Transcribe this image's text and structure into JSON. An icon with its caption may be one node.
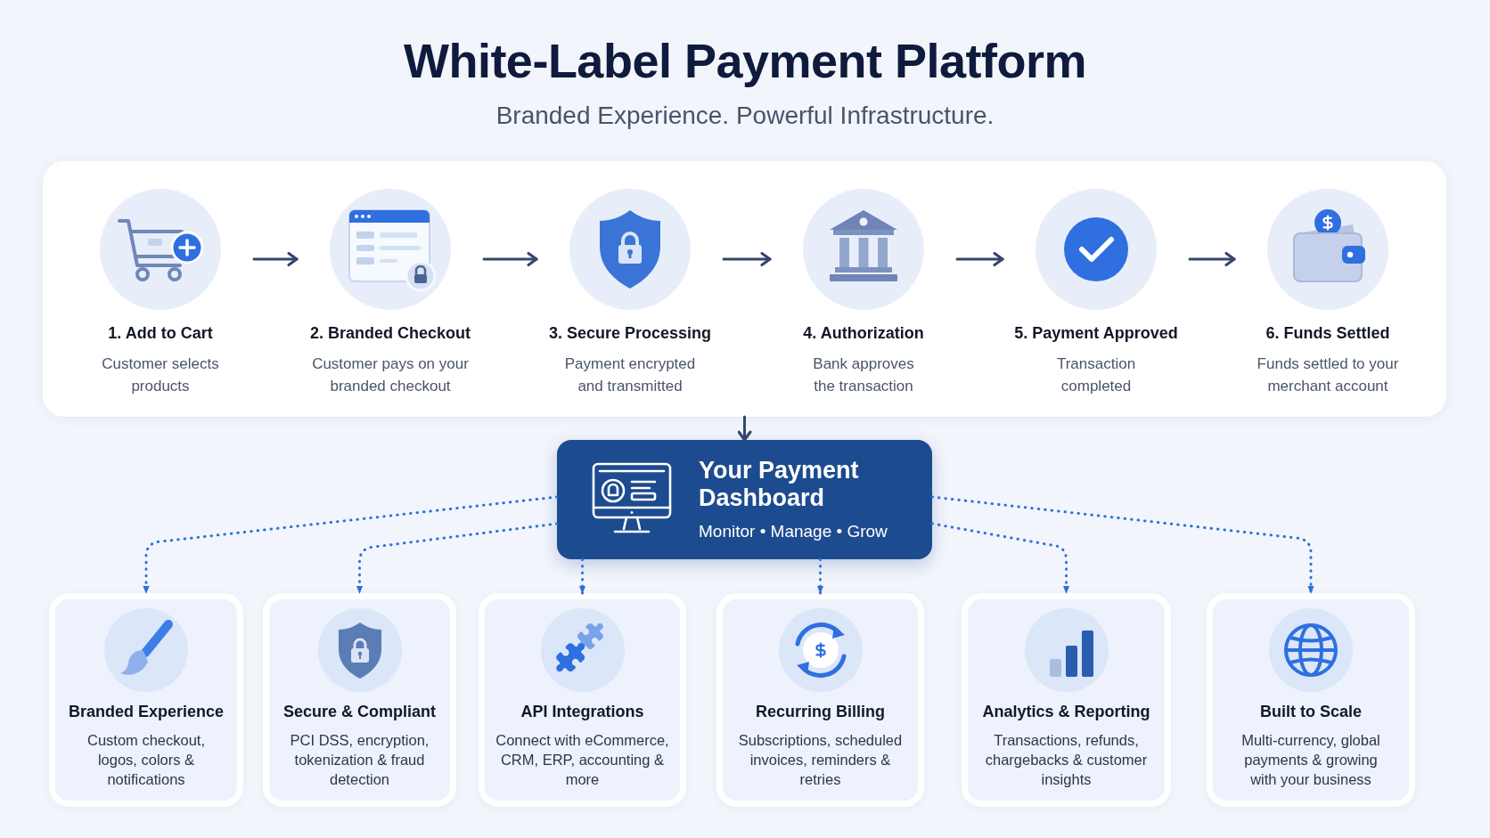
{
  "diagram": {
    "title": "White-Label Payment Platform",
    "nodes": [
      {
        "text": [],
        "shape": "box"
      },
      {
        "text": [
          "1. Add to Cart",
          "Customer selects products"
        ],
        "in": 0
      },
      {
        "text": [
          "2. Branded Checkout",
          "Customer pays on your branded checkout"
        ],
        "in": 0
      },
      {
        "text": [
          "3. Secure Processing",
          "Payment encrypted and transmitted"
        ],
        "in": 0
      },
      {
        "text": [
          "4. Authorization",
          "Bank approves the transaction"
        ],
        "in": 0
      },
      {
        "text": [
          "5. Payment Approved",
          "Transaction completed"
        ],
        "in": 0
      },
      {
        "text": [
          "6. Funds Settled",
          "Funds settled to your merchant account"
        ],
        "in": 0
      },
      {
        "text": [
          "Your Payment Dashboard",
          "Monitor • Manage • Grow"
        ]
      },
      {
        "text": [
          "Branded Experience",
          "Custom checkout, logos, colors & notifications"
        ]
      },
      {
        "text": [
          "Secure & Compliant",
          "PCI DSS, encryption, tokenization & fraud detection"
        ]
      },
      {
        "text": [
          "API Integrations",
          "Connect with eCommerce, CRM, ERP, accounting & more"
        ]
      },
      {
        "text": [
          "Recurring Billing",
          "Subscriptions, scheduled invoices, reminders & retries"
        ]
      },
      {
        "text": [
          "Analytics & Reporting",
          "Transactions, refunds, chargebacks & customer insights"
        ]
      },
      {
        "text": [
          "Built to Scale",
          "Multi-currency, global payments & growing with your business"
        ]
      }
    ],
    "edges": [
      {
        "from": 1,
        "to": 2,
        "arrow": "to"
      },
      {
        "from": 2,
        "to": 3,
        "arrow": "to"
      },
      {
        "from": 3,
        "to": 4,
        "arrow": "to"
      },
      {
        "from": 4,
        "to": 5,
        "arrow": "to"
      },
      {
        "from": 5,
        "to": 6,
        "arrow": "to"
      },
      {
        "from": 0,
        "to": 7,
        "arrow": "to"
      },
      {
        "from": 7,
        "to": 8,
        "arrow": "to",
        "style": "dashed",
        "color": "#2f6fe0"
      },
      {
        "from": 7,
        "to": 9,
        "arrow": "to",
        "style": "dashed",
        "color": "#2f6fe0"
      },
      {
        "from": 7,
        "to": 10,
        "arrow": "to",
        "style": "dashed",
        "color": "#2f6fe0"
      },
      {
        "from": 7,
        "to": 11,
        "arrow": "to",
        "style": "dashed",
        "color": "#2f6fe0"
      },
      {
        "from": 7,
        "to": 12,
        "arrow": "to",
        "style": "dashed",
        "color": "#2f6fe0"
      },
      {
        "from": 7,
        "to": 13,
        "arrow": "to",
        "style": "dashed",
        "color": "#2f6fe0"
      }
    ],
    "labels": [
      "Branded Experience. Powerful Infrastructure."
    ]
  }
}
